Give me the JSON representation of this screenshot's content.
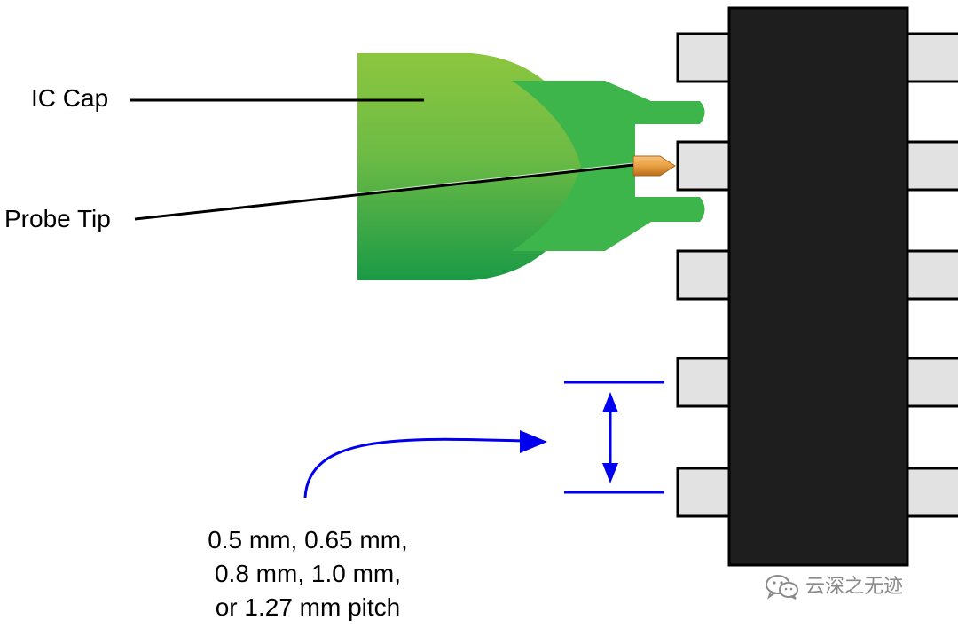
{
  "labels": {
    "ic_cap": "IC Cap",
    "probe_tip": "Probe Tip",
    "pitch_lines": [
      "0.5 mm, 0.65 mm,",
      "0.8 mm, 1.0 mm,",
      "or 1.27 mm pitch"
    ]
  },
  "watermark": {
    "text": "云深之无迹",
    "icon": "wechat-icon"
  },
  "colors": {
    "ic_body": "#1e1e1e",
    "pin_fill": "#e2e2e2",
    "cap_outer_light": "#8cc63f",
    "cap_outer_dark": "#1a9a46",
    "cap_inner": "#3db54a",
    "probe_tip": "#e8a040",
    "dimension": "#0000ee"
  }
}
